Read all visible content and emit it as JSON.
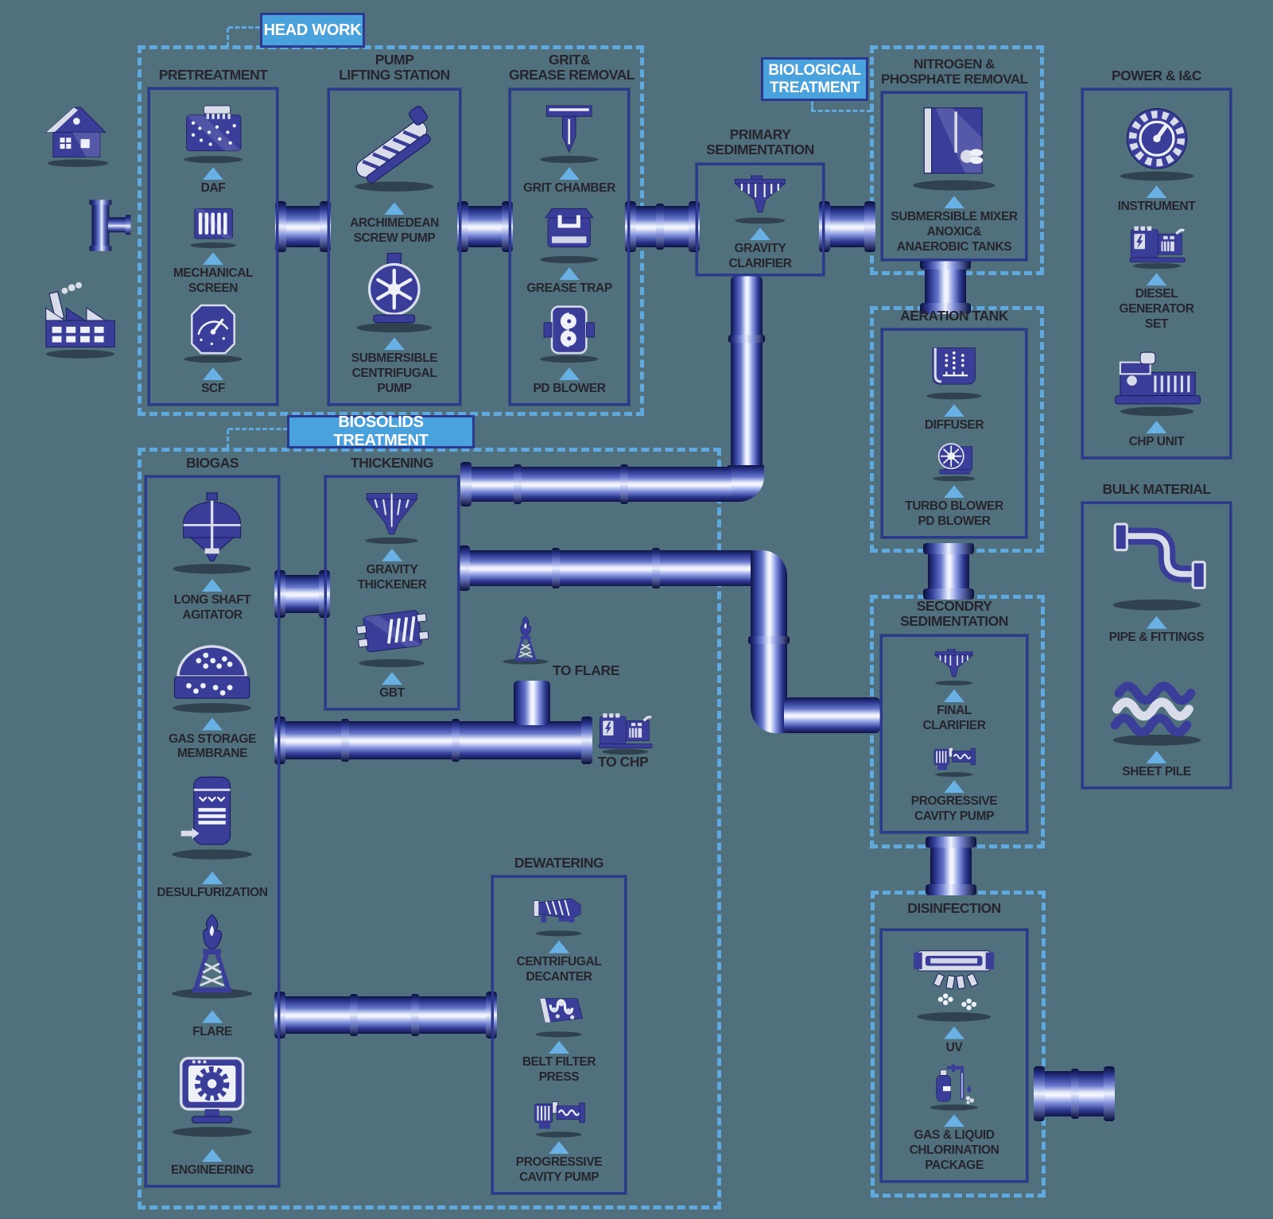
{
  "background": "#50707d",
  "palette": {
    "accent_blue": "#4aa2dc",
    "dashed_blue": "#5fa9de",
    "navy_border": "#2b3990",
    "machine_blue": "#3a3e99",
    "machine_light": "#d9dde9",
    "arrow_blue": "#69b1e5",
    "label_dark": "#26252e",
    "pipe_dark": "#0e1446",
    "pipe_light": "#f6f8ff"
  },
  "callouts": {
    "head_work": {
      "label": "HEAD WORK"
    },
    "biological_treatment": {
      "label_lines": [
        "BIOLOGICAL",
        "TREATMENT"
      ]
    },
    "biosolids_treatment": {
      "label": "BIOSOLIDS TREATMENT"
    }
  },
  "sources": {
    "house": {
      "icon": "house"
    },
    "pipe_junction": {
      "icon": "tee-pipe"
    },
    "factory": {
      "icon": "factory"
    }
  },
  "branches": {
    "to_flare": {
      "label": "TO FLARE",
      "icon": "flare"
    },
    "to_chp": {
      "label": "TO CHP",
      "icon": "chp-genset"
    }
  },
  "sections": {
    "pretreatment": {
      "title_lines": [
        "PRETREATMENT"
      ],
      "items": [
        {
          "icon": "daf",
          "label_lines": [
            "DAF"
          ]
        },
        {
          "icon": "mechanical-screen",
          "label_lines": [
            "MECHANICAL",
            "SCREEN"
          ]
        },
        {
          "icon": "scf-gauge",
          "label_lines": [
            "SCF"
          ]
        }
      ]
    },
    "pump_lifting_station": {
      "title_lines": [
        "PUMP",
        "LIFTING STATION"
      ],
      "items": [
        {
          "icon": "archimedean-screw-pump",
          "label_lines": [
            "ARCHIMEDEAN",
            "SCREW PUMP"
          ]
        },
        {
          "icon": "submersible-centrifugal-pump",
          "label_lines": [
            "SUBMERSIBLE",
            "CENTRIFUGAL",
            "PUMP"
          ]
        }
      ]
    },
    "grit_grease_removal": {
      "title_lines": [
        "GRIT&",
        "GREASE REMOVAL"
      ],
      "items": [
        {
          "icon": "grit-chamber",
          "label_lines": [
            "GRIT CHAMBER"
          ]
        },
        {
          "icon": "grease-trap",
          "label_lines": [
            "GREASE TRAP"
          ]
        },
        {
          "icon": "pd-blower",
          "label_lines": [
            "PD BLOWER"
          ]
        }
      ]
    },
    "primary_sedimentation": {
      "title_lines": [
        "PRIMARY",
        "SEDIMENTATION"
      ],
      "items": [
        {
          "icon": "gravity-clarifier",
          "label_lines": [
            "GRAVITY",
            "CLARIFIER"
          ]
        }
      ]
    },
    "nitrogen_phosphate_removal": {
      "title_lines": [
        "NITROGEN &",
        "PHOSPHATE REMOVAL"
      ],
      "items": [
        {
          "icon": "submersible-mixer",
          "label_lines": [
            "SUBMERSIBLE MIXER",
            "ANOXIC&",
            "ANAEROBIC TANKS"
          ]
        }
      ]
    },
    "aeration_tank": {
      "title_lines": [
        "AERATION TANK"
      ],
      "items": [
        {
          "icon": "diffuser",
          "label_lines": [
            "DIFFUSER"
          ]
        },
        {
          "icon": "turbo-blower",
          "label_lines": [
            "TURBO BLOWER",
            "PD BLOWER"
          ]
        }
      ]
    },
    "secondary_sedimentation": {
      "title_lines": [
        "SECONDRY",
        "SEDIMENTATION"
      ],
      "items": [
        {
          "icon": "final-clarifier",
          "label_lines": [
            "FINAL",
            "CLARIFIER"
          ]
        },
        {
          "icon": "progressive-cavity-pump",
          "label_lines": [
            "PROGRESSIVE",
            "CAVITY PUMP"
          ]
        }
      ]
    },
    "disinfection": {
      "title_lines": [
        "DISINFECTION"
      ],
      "items": [
        {
          "icon": "uv-system",
          "label_lines": [
            "UV"
          ]
        },
        {
          "icon": "chlorination-package",
          "label_lines": [
            "GAS & LIQUID",
            "CHLORINATION",
            "PACKAGE"
          ]
        }
      ]
    },
    "biogas": {
      "title_lines": [
        "BIOGAS"
      ],
      "items": [
        {
          "icon": "long-shaft-agitator",
          "label_lines": [
            "LONG SHAFT",
            "AGITATOR"
          ]
        },
        {
          "icon": "gas-storage-membrane",
          "label_lines": [
            "GAS STORAGE",
            "MEMBRANE"
          ]
        },
        {
          "icon": "desulfurization",
          "label_lines": [
            "DESULFURIZATION"
          ]
        },
        {
          "icon": "flare",
          "label_lines": [
            "FLARE"
          ]
        },
        {
          "icon": "engineering",
          "label_lines": [
            "ENGINEERING"
          ]
        }
      ]
    },
    "thickening": {
      "title_lines": [
        "THICKENING"
      ],
      "items": [
        {
          "icon": "gravity-thickener",
          "label_lines": [
            "GRAVITY",
            "THICKENER"
          ]
        },
        {
          "icon": "gbt",
          "label_lines": [
            "GBT"
          ]
        }
      ]
    },
    "dewatering": {
      "title_lines": [
        "DEWATERING"
      ],
      "items": [
        {
          "icon": "centrifugal-decanter",
          "label_lines": [
            "CENTRIFUGAL",
            "DECANTER"
          ]
        },
        {
          "icon": "belt-filter-press",
          "label_lines": [
            "BELT FILTER",
            "PRESS"
          ]
        },
        {
          "icon": "progressive-cavity-pump",
          "label_lines": [
            "PROGRESSIVE",
            "CAVITY PUMP"
          ]
        }
      ]
    },
    "power_ic": {
      "title_lines": [
        "POWER & I&C"
      ],
      "items": [
        {
          "icon": "instrument",
          "label_lines": [
            "INSTRUMENT"
          ]
        },
        {
          "icon": "diesel-generator",
          "label_lines": [
            "DIESEL",
            "GENERATOR",
            "SET"
          ]
        },
        {
          "icon": "chp-unit",
          "label_lines": [
            "CHP UNIT"
          ]
        }
      ]
    },
    "bulk_material": {
      "title_lines": [
        "BULK MATERIAL"
      ],
      "items": [
        {
          "icon": "pipe-fittings",
          "label_lines": [
            "PIPE & FITTINGS"
          ]
        },
        {
          "icon": "sheet-pile",
          "label_lines": [
            "SHEET PILE"
          ]
        }
      ]
    }
  }
}
